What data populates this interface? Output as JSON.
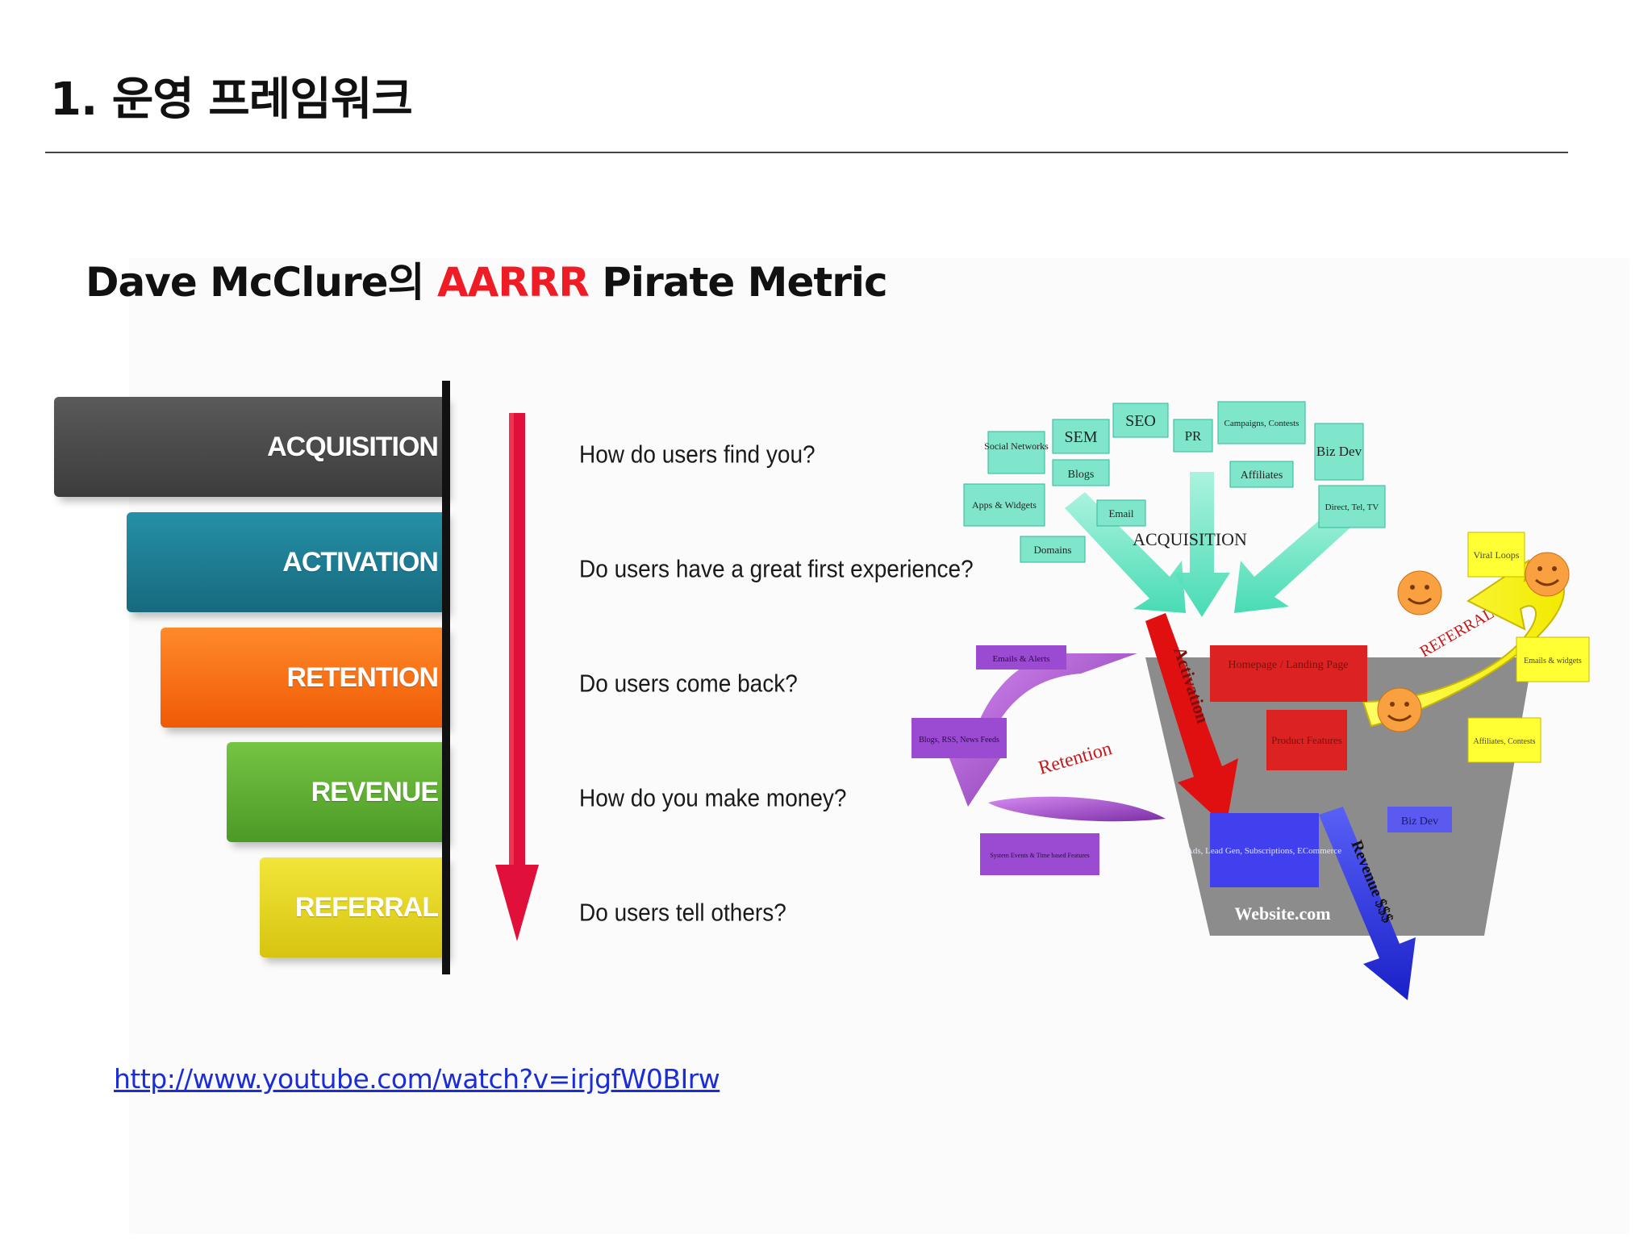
{
  "slide": {
    "title": "1. 운영 프레임워크",
    "subtitle_prefix": "Dave McClure의 ",
    "subtitle_accent": "AARRR",
    "subtitle_suffix": " Pirate Metric",
    "accent_color": "#ee1c24"
  },
  "funnel": {
    "stages": [
      {
        "label": "ACQUISITION",
        "question": "How do users find you?",
        "color": "#4a4a4a"
      },
      {
        "label": "ACTIVATION",
        "question": "Do users have a  great first experience?",
        "color": "#1d7c93"
      },
      {
        "label": "RETENTION",
        "question": "Do users come back?",
        "color": "#ff6a13"
      },
      {
        "label": "REVENUE",
        "question": "How do you make money?",
        "color": "#5eb233"
      },
      {
        "label": "REFERRAL",
        "question": "Do users tell others?",
        "color": "#e8d91c"
      }
    ],
    "arrow_color": "#e0103a"
  },
  "diagram": {
    "acquisition_sources": {
      "social": "Social Networks",
      "sem": "SEM",
      "seo": "SEO",
      "pr": "PR",
      "campaigns": "Campaigns, Contests",
      "bizdev": "Biz Dev",
      "blogs": "Blogs",
      "affiliates": "Affiliates",
      "apps": "Apps & Widgets",
      "email": "Email",
      "direct": "Direct, Tel, TV",
      "domains": "Domains"
    },
    "acquisition_label": "ACQUISITION",
    "activation_label": "Activation",
    "retention_label": "Retention",
    "referral_label": "REFERRAL",
    "revenue_label": "Revenue $$$",
    "funnel_items": {
      "homepage": "Homepage / Landing Page",
      "product": "Product Features",
      "ads": "Ads, Lead Gen, Subscriptions, ECommerce",
      "website": "Website.com"
    },
    "retention_items": {
      "emails_alerts": "Emails & Alerts",
      "blogs_rss": "Blogs, RSS, News Feeds",
      "system_events": "System Events & Time based Features"
    },
    "referral_items": {
      "viral": "Viral Loops",
      "emails_widgets": "Emails & widgets",
      "affiliates_contests": "Affiliates, Contests"
    },
    "revenue_bizdev": "Biz Dev"
  },
  "source_link": "http://www.youtube.com/watch?v=irjgfW0BIrw"
}
